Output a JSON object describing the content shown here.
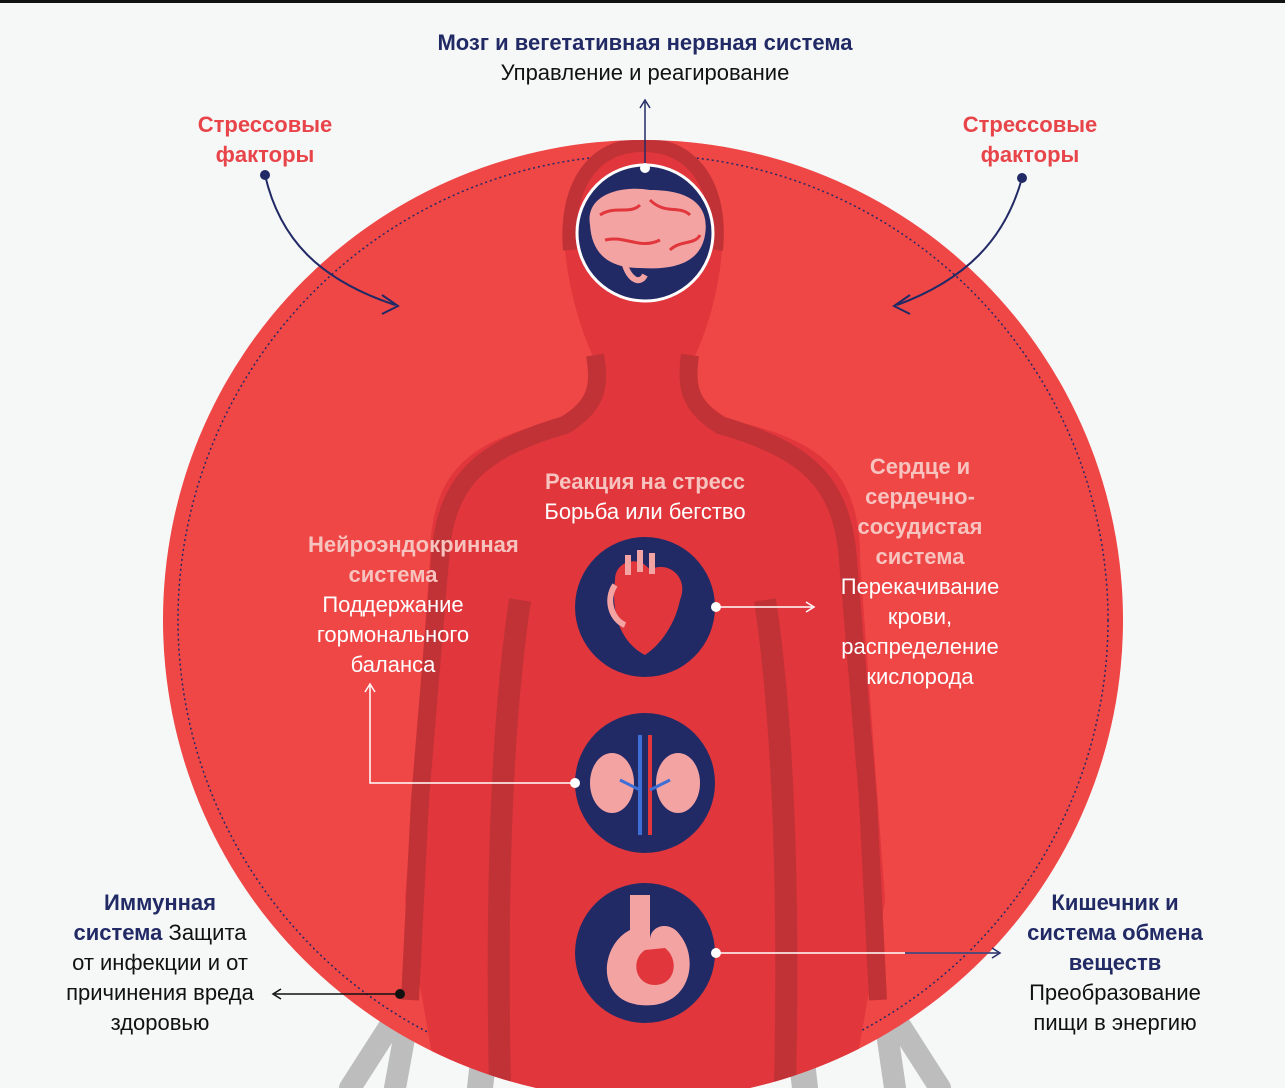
{
  "colors": {
    "circle_red": "#ef4646",
    "body_red": "#e0363c",
    "vessel_dark": "#c13236",
    "navy": "#222a66",
    "organ_pink": "#f4a3a3",
    "limb_gray": "#bdbdbd"
  },
  "brain": {
    "title": "Мозг и вегетативная нервная система",
    "subtitle": "Управление и реагирование"
  },
  "stressors": {
    "left": "Стрессовые факторы",
    "right": "Стрессовые факторы"
  },
  "stress_response": {
    "title": "Реакция на стресс",
    "subtitle": "Борьба или бегство"
  },
  "neuroendocrine": {
    "title": "Нейроэндокринная система",
    "subtitle": "Поддержание гормонального баланса"
  },
  "cardio": {
    "title": "Сердце и сердечно-сосудистая система",
    "subtitle": "Перекачивание крови, распределение кислорода"
  },
  "immune": {
    "title": "Иммунная система",
    "subtitle": "Защита от инфекции и от причинения вреда здоровью"
  },
  "gut": {
    "title": "Кишечник и система обмена веществ",
    "subtitle": "Преобразование пищи в энергию"
  }
}
